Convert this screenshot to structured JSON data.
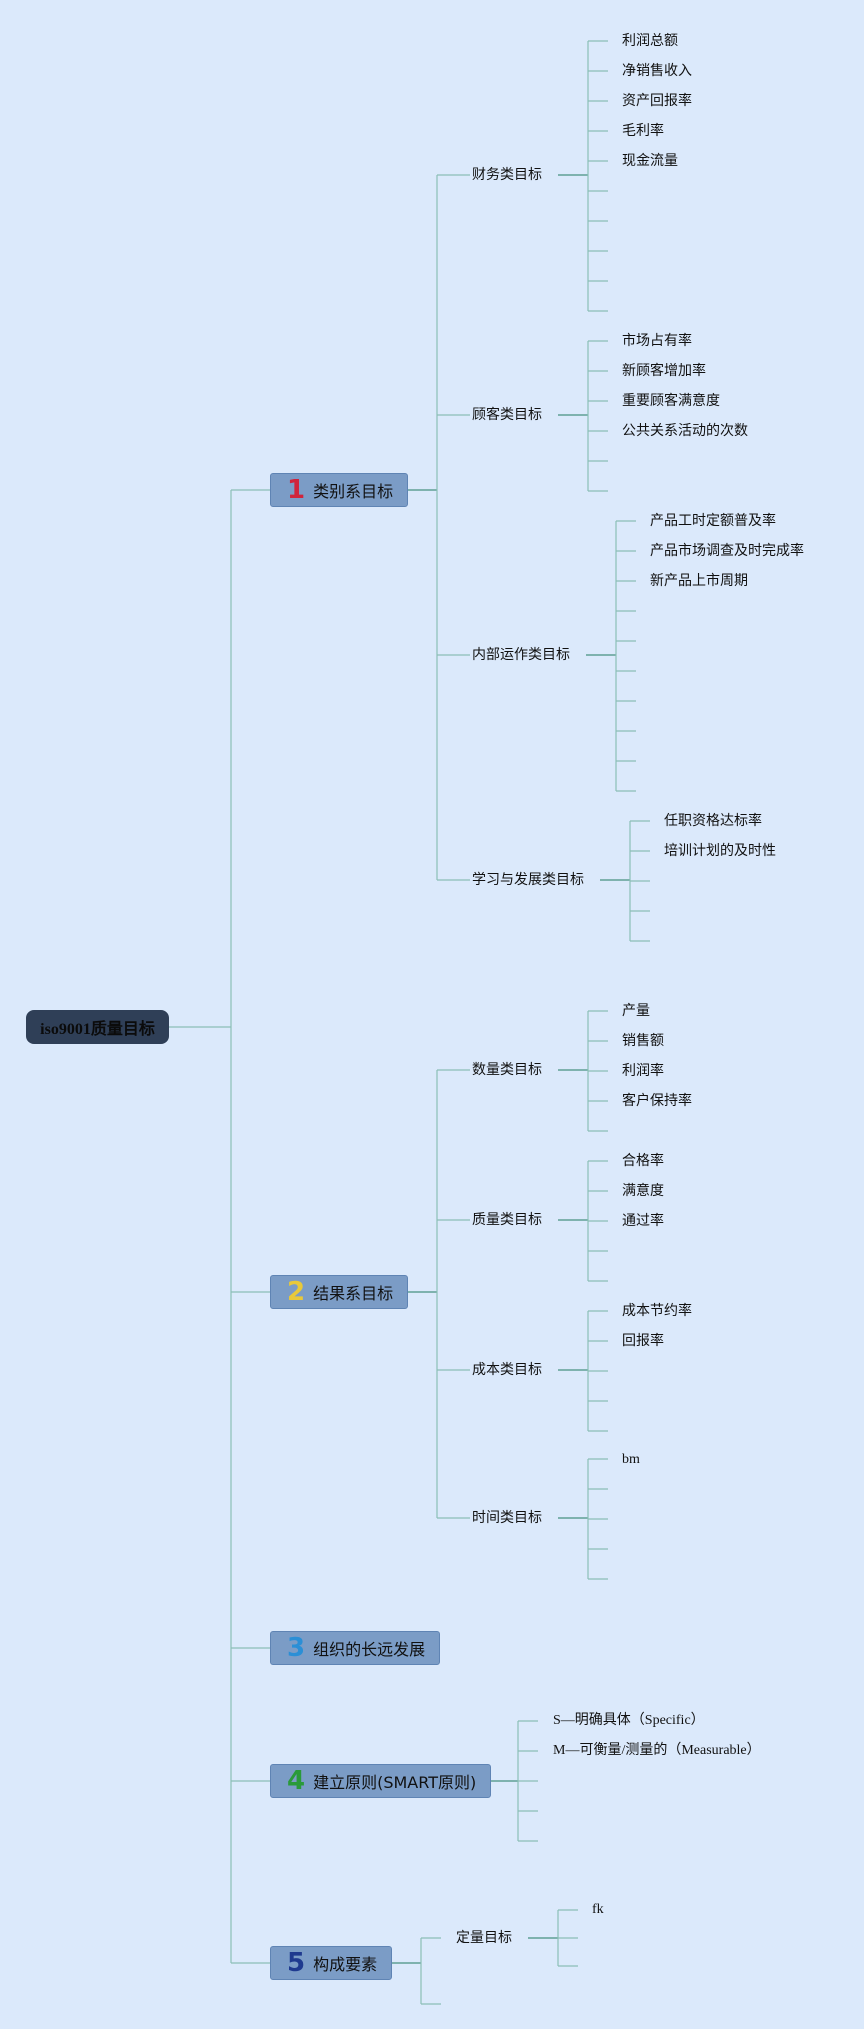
{
  "root": {
    "label": "iso9001质量目标"
  },
  "branches": [
    {
      "number": "1",
      "number_color": "#d0243c",
      "label": "类别系目标"
    },
    {
      "number": "2",
      "number_color": "#e8c93a",
      "label": "结果系目标"
    },
    {
      "number": "3",
      "number_color": "#2b8fd6",
      "label": "组织的长远发展"
    },
    {
      "number": "4",
      "number_color": "#2a9a3a",
      "label": "建立原则(SMART原则)"
    },
    {
      "number": "5",
      "number_color": "#1f3a8f",
      "label": "构成要素"
    }
  ],
  "category": {
    "finance": {
      "label": "财务类目标",
      "items": [
        "利润总额",
        "净销售收入",
        "资产回报率",
        "毛利率",
        "现金流量"
      ]
    },
    "customer": {
      "label": "顾客类目标",
      "items": [
        "市场占有率",
        "新顾客增加率",
        "重要顾客满意度",
        "公共关系活动的次数"
      ]
    },
    "internal": {
      "label": "内部运作类目标",
      "items": [
        "产品工时定额普及率",
        "产品市场调查及时完成率",
        "新产品上市周期"
      ]
    },
    "learning": {
      "label": "学习与发展类目标",
      "items": [
        "任职资格达标率",
        "培训计划的及时性"
      ]
    }
  },
  "result": {
    "quantity": {
      "label": "数量类目标",
      "items": [
        "产量",
        "销售额",
        "利润率",
        "客户保持率"
      ]
    },
    "quality": {
      "label": "质量类目标",
      "items": [
        "合格率",
        "满意度",
        "通过率"
      ]
    },
    "cost": {
      "label": "成本类目标",
      "items": [
        "成本节约率",
        "回报率"
      ]
    },
    "time": {
      "label": "时间类目标",
      "items": [
        "bm"
      ]
    }
  },
  "smart": {
    "items": [
      "S—明确具体（Specific）",
      "M—可衡量/测量的（Measurable）"
    ]
  },
  "elements": {
    "quantitative": {
      "label": "定量目标",
      "items": [
        "fk"
      ]
    }
  },
  "colors": {
    "background": "#dbe9fb",
    "line": "#5f9f95",
    "line_light": "#8bbfb6",
    "branch_fill": "#7b9cc6",
    "root_fill": "#2f3f57"
  }
}
